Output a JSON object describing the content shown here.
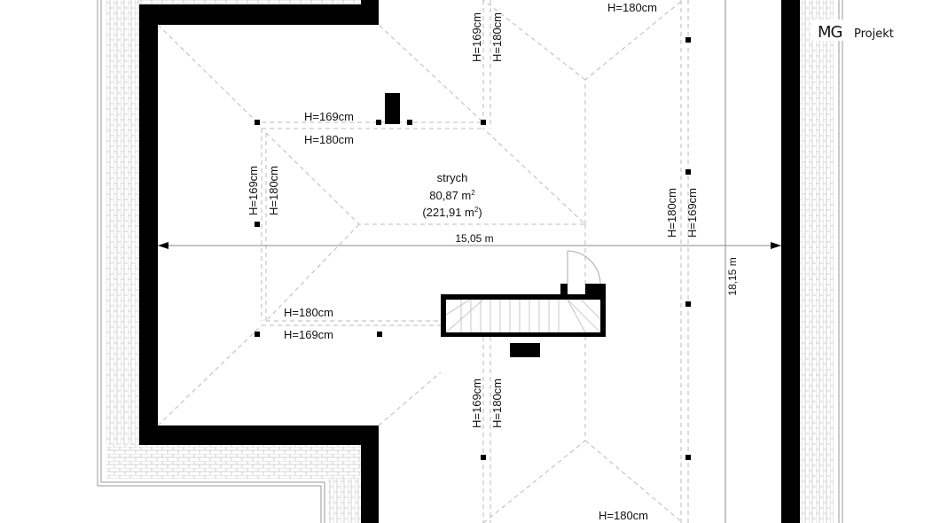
{
  "logo": {
    "brand": "MG",
    "name": "Projekt"
  },
  "room": {
    "name": "strych",
    "area": "80,87 m",
    "area_total": "(221,91 m",
    "sup": "2",
    "close": ")"
  },
  "dimensions": {
    "width": "15,05 m",
    "depth": "18,15 m"
  },
  "heights": {
    "top_h169": "H=169cm",
    "top_h180": "H=180cm",
    "left_v169": "H=169cm",
    "left_v180": "H=180cm",
    "topc_v169": "H=169cm",
    "topc_v180": "H=180cm",
    "right_v180": "H=180cm",
    "right_v169": "H=169cm",
    "low_h180": "H=180cm",
    "low_h169": "H=169cm",
    "botc_v169": "H=169cm",
    "botc_v180": "H=180cm",
    "top_cut": "H=180cm",
    "bottom_cut": "H=180cm"
  },
  "colors": {
    "wall": "#000000",
    "hatch": "#c8c8c8",
    "dashed": "#bbbbbb"
  }
}
